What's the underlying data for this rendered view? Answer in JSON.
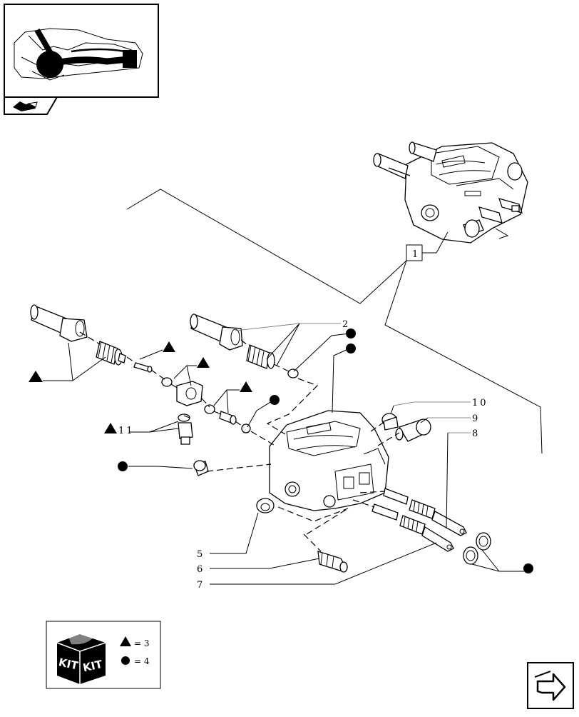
{
  "callouts": {
    "c1": "1",
    "c2": "2",
    "c5": "5",
    "c6": "6",
    "c7": "7",
    "c8": "8",
    "c9": "9",
    "c10": "10",
    "c11": "11"
  },
  "kit": {
    "word_left": "KIT",
    "word_right": "KIT",
    "triangle_eq": "= 3",
    "circle_eq": "= 4"
  },
  "icons": {
    "overview": "tractor-overview-thumbnail",
    "nav_prev": "book-back-icon",
    "nav_next": "next-page-arrow-icon",
    "kit_marker_triangle": "triangle-marker-icon",
    "kit_marker_circle": "circle-marker-icon"
  },
  "colors": {
    "ink": "#000000",
    "paper": "#ffffff"
  }
}
